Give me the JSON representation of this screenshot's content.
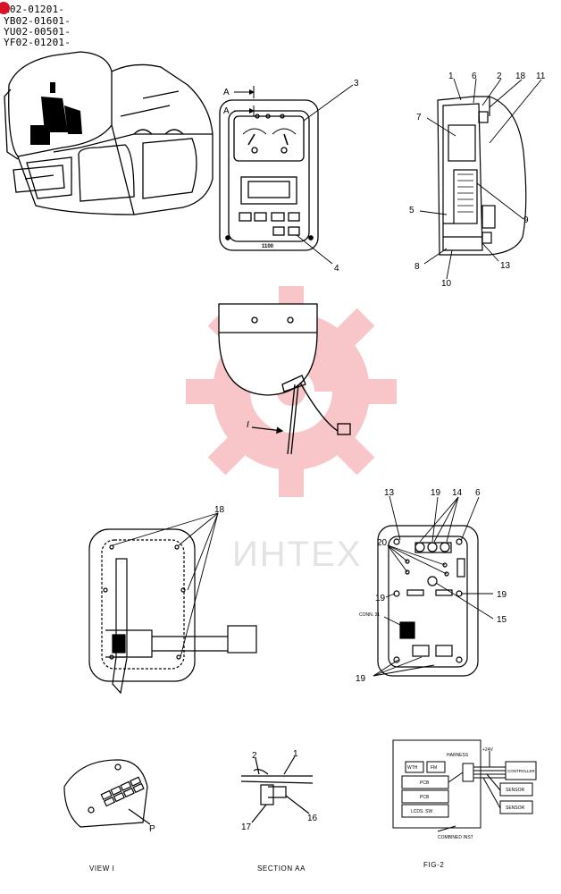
{
  "serials": [
    "A02-01201-",
    "YB02-01601-",
    "YU02-00501-",
    "YF02-01201-"
  ],
  "watermark": "ИНТЕХ",
  "markers": {
    "red_dot_color": "#d7132a"
  },
  "callouts": {
    "c1": "1",
    "c2": "2",
    "c3": "3",
    "c4": "4",
    "c5": "5",
    "c6": "6",
    "c7": "7",
    "c8": "8",
    "c9": "9",
    "c10": "10",
    "c11": "11",
    "c13": "13",
    "c14": "14",
    "c15": "15",
    "c16": "16",
    "c17": "17",
    "c18": "18",
    "c19": "19",
    "c20": "20",
    "P": "P",
    "A": "A",
    "I": "I"
  },
  "panel": {
    "model": "1100",
    "conn": "CONN. 31"
  },
  "captions": {
    "view": "VIEW I",
    "section": "SECTION AA",
    "fig": "FIG-2"
  },
  "block": {
    "harness": "HARNESS",
    "volt": "+24V",
    "wth": "WTH",
    "fm": "FM",
    "pcb1": "PCB",
    "pcb2": "PCB",
    "lcds": "LCDS. SW",
    "controller": "CONTROLLER",
    "sensor1": "SENSOR",
    "sensor2": "SENSOR",
    "combined": "COMBINED INST"
  },
  "icons": [
    "gear-watermark-icon",
    "arrow-icon",
    "red-dot-icon"
  ]
}
